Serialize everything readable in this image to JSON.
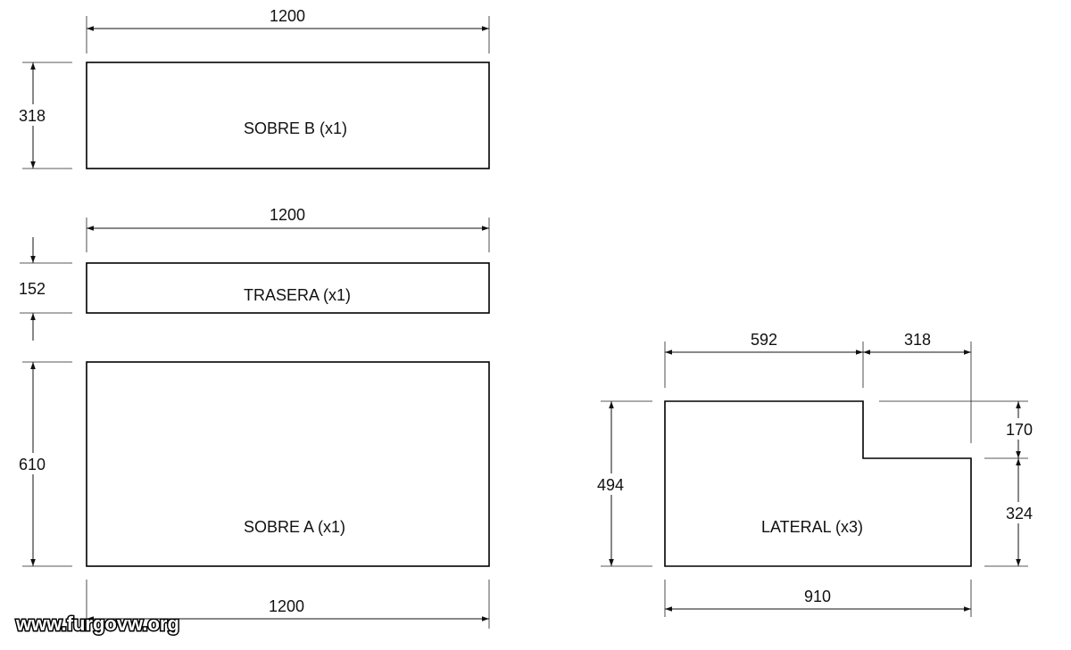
{
  "parts": {
    "sobre_b": "SOBRE B (x1)",
    "trasera": "TRASERA (x1)",
    "sobre_a": "SOBRE A (x1)",
    "lateral": "LATERAL (x3)"
  },
  "dims": {
    "sobre_b_width": "1200",
    "sobre_b_height": "318",
    "trasera_width": "1200",
    "trasera_height": "152",
    "sobre_a_height": "610",
    "sobre_a_width": "1200",
    "lateral_top_left": "592",
    "lateral_top_right": "318",
    "lateral_height": "494",
    "lateral_step": "170",
    "lateral_lower": "324",
    "lateral_width": "910"
  },
  "watermark": "www.furgovw.org"
}
